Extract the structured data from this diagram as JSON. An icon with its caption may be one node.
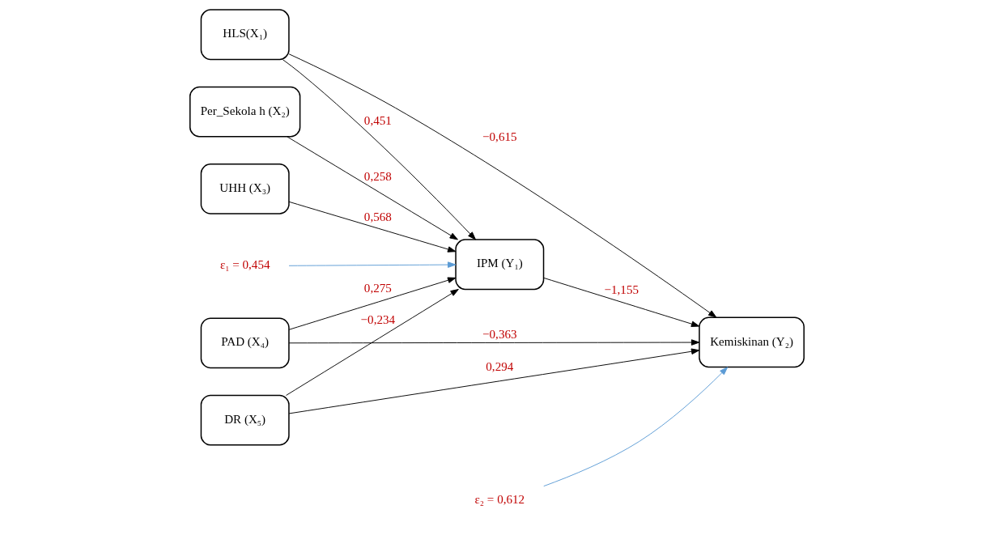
{
  "diagram": {
    "nodes": [
      {
        "text": [
          "HLS(X₁)"
        ]
      },
      {
        "text": [
          "Per_Sekola h (X₂)"
        ]
      },
      {
        "text": [
          "UHH (X₃)"
        ]
      },
      {
        "text": [
          "PAD (X₄)"
        ]
      },
      {
        "text": [
          "DR (X₅)"
        ]
      },
      {
        "text": [
          "IPM (Y₁)"
        ]
      },
      {
        "text": [
          "Kemiskinan (Y₂)"
        ]
      },
      {
        "text": [
          "ε₁ = 0,454"
        ]
      },
      {
        "text": [
          "ε₂ = 0,612"
        ]
      }
    ],
    "edges": [
      {
        "from": 0,
        "to": 5,
        "arrow": "to",
        "label": "0,451"
      },
      {
        "from": 0,
        "to": 6,
        "arrow": "to",
        "label": "−0,615"
      },
      {
        "from": 1,
        "to": 5,
        "arrow": "to",
        "label": "0,258"
      },
      {
        "from": 2,
        "to": 5,
        "arrow": "to",
        "label": "0,568"
      },
      {
        "from": 3,
        "to": 5,
        "arrow": "to",
        "label": "0,275"
      },
      {
        "from": 3,
        "to": 6,
        "arrow": "to",
        "label": "−0,363"
      },
      {
        "from": 4,
        "to": 5,
        "arrow": "to",
        "label": "−0,234"
      },
      {
        "from": 4,
        "to": 6,
        "arrow": "to",
        "label": "0,294"
      },
      {
        "from": 5,
        "to": 6,
        "arrow": "to",
        "label": "−1,155"
      },
      {
        "from": 7,
        "to": 5,
        "arrow": "to",
        "color": "#5b9bd5"
      },
      {
        "from": 8,
        "to": 6,
        "arrow": "to",
        "color": "#5b9bd5"
      }
    ]
  }
}
